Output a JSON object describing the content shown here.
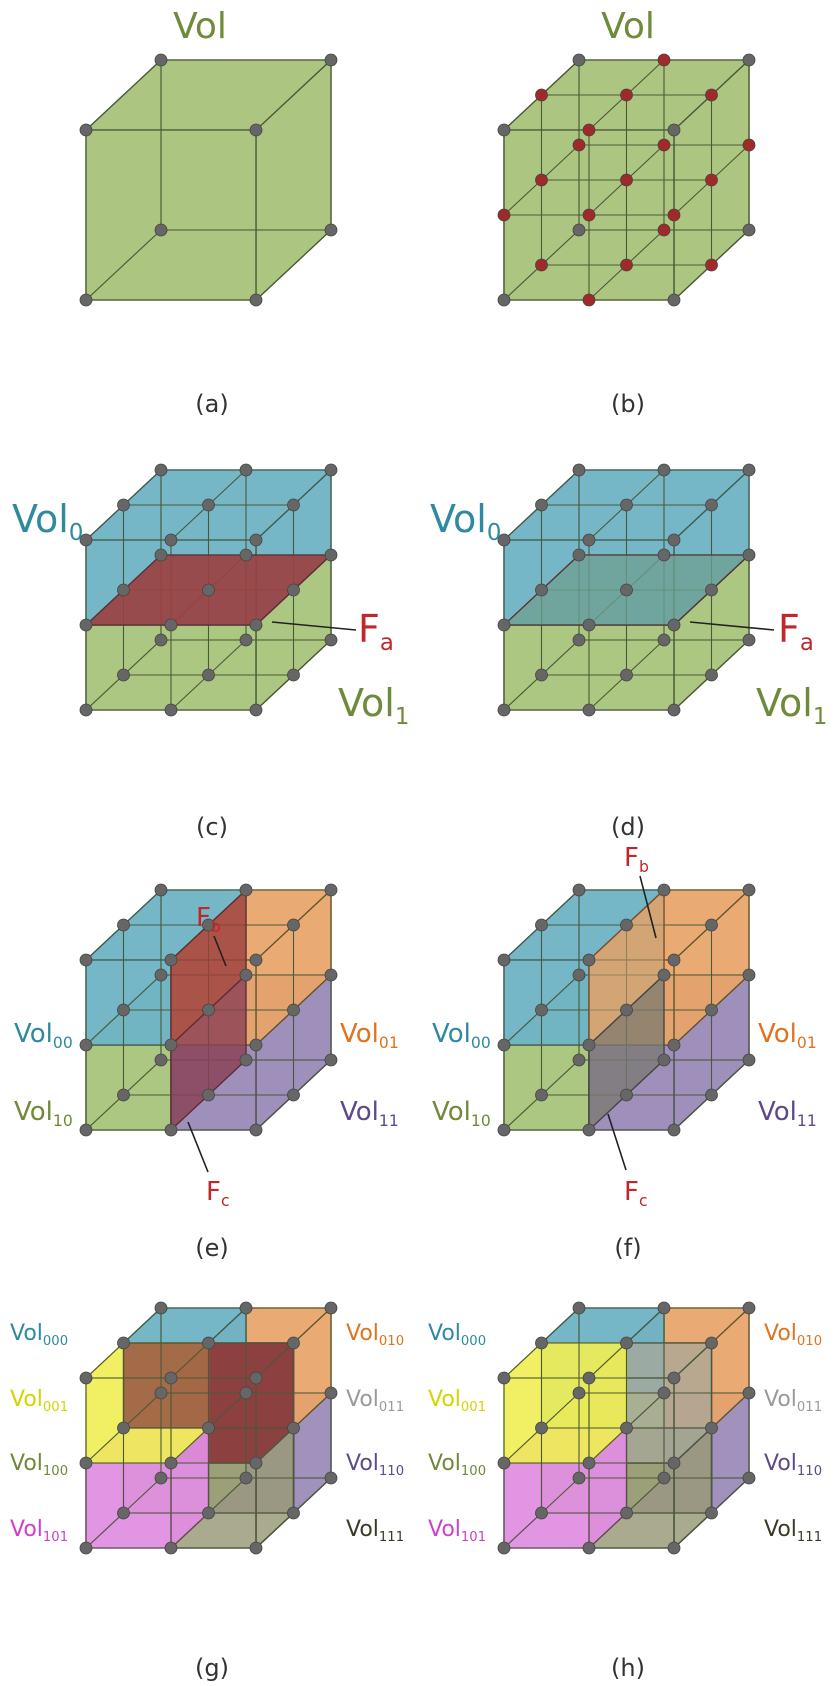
{
  "panels": {
    "a": {
      "caption": "(a)",
      "label": "Vol"
    },
    "b": {
      "caption": "(b)",
      "label": "Vol"
    },
    "c": {
      "caption": "(c)",
      "vol0": {
        "base": "Vol",
        "sub": "0"
      },
      "vol1": {
        "base": "Vol",
        "sub": "1"
      },
      "face": {
        "base": "F",
        "sub": "a"
      }
    },
    "d": {
      "caption": "(d)",
      "vol0": {
        "base": "Vol",
        "sub": "0"
      },
      "vol1": {
        "base": "Vol",
        "sub": "1"
      },
      "face": {
        "base": "F",
        "sub": "a"
      }
    },
    "e": {
      "caption": "(e)",
      "fb": {
        "base": "F",
        "sub": "b"
      },
      "fc": {
        "base": "F",
        "sub": "c"
      },
      "vol00": {
        "base": "Vol",
        "sub": "00"
      },
      "vol01": {
        "base": "Vol",
        "sub": "01"
      },
      "vol10": {
        "base": "Vol",
        "sub": "10"
      },
      "vol11": {
        "base": "Vol",
        "sub": "11"
      }
    },
    "f": {
      "caption": "(f)",
      "fb": {
        "base": "F",
        "sub": "b"
      },
      "fc": {
        "base": "F",
        "sub": "c"
      },
      "vol00": {
        "base": "Vol",
        "sub": "00"
      },
      "vol01": {
        "base": "Vol",
        "sub": "01"
      },
      "vol10": {
        "base": "Vol",
        "sub": "10"
      },
      "vol11": {
        "base": "Vol",
        "sub": "11"
      }
    },
    "g": {
      "caption": "(g)",
      "vol000": {
        "base": "Vol",
        "sub": "000"
      },
      "vol001": {
        "base": "Vol",
        "sub": "001"
      },
      "vol100": {
        "base": "Vol",
        "sub": "100"
      },
      "vol101": {
        "base": "Vol",
        "sub": "101"
      },
      "vol010": {
        "base": "Vol",
        "sub": "010"
      },
      "vol011": {
        "base": "Vol",
        "sub": "011"
      },
      "vol110": {
        "base": "Vol",
        "sub": "110"
      },
      "vol111": {
        "base": "Vol",
        "sub": "111"
      }
    },
    "h": {
      "caption": "(h)",
      "vol000": {
        "base": "Vol",
        "sub": "000"
      },
      "vol001": {
        "base": "Vol",
        "sub": "001"
      },
      "vol100": {
        "base": "Vol",
        "sub": "100"
      },
      "vol101": {
        "base": "Vol",
        "sub": "101"
      },
      "vol010": {
        "base": "Vol",
        "sub": "010"
      },
      "vol011": {
        "base": "Vol",
        "sub": "011"
      },
      "vol110": {
        "base": "Vol",
        "sub": "110"
      },
      "vol111": {
        "base": "Vol",
        "sub": "111"
      }
    }
  },
  "colors": {
    "green": "#aac47e",
    "blue": "#6fb3c4",
    "red": "#9c3f3f",
    "orange": "#e8a46a",
    "purple": "#9b8bb8",
    "yellow": "#f0ee55",
    "magenta": "#e08ee0",
    "gray": "#8a8a7e",
    "vertex": "#666666",
    "edge_dot": "#a02a2a",
    "label_green": "#6e8a3a",
    "label_blue": "#2f8aa0",
    "label_red": "#c0262a",
    "label_orange": "#e0731e",
    "label_purple": "#5e4a8a",
    "label_yellow": "#d4d400",
    "label_magenta": "#d040c8",
    "label_gray": "#9a9a9a",
    "label_dark": "#3a3a26"
  }
}
